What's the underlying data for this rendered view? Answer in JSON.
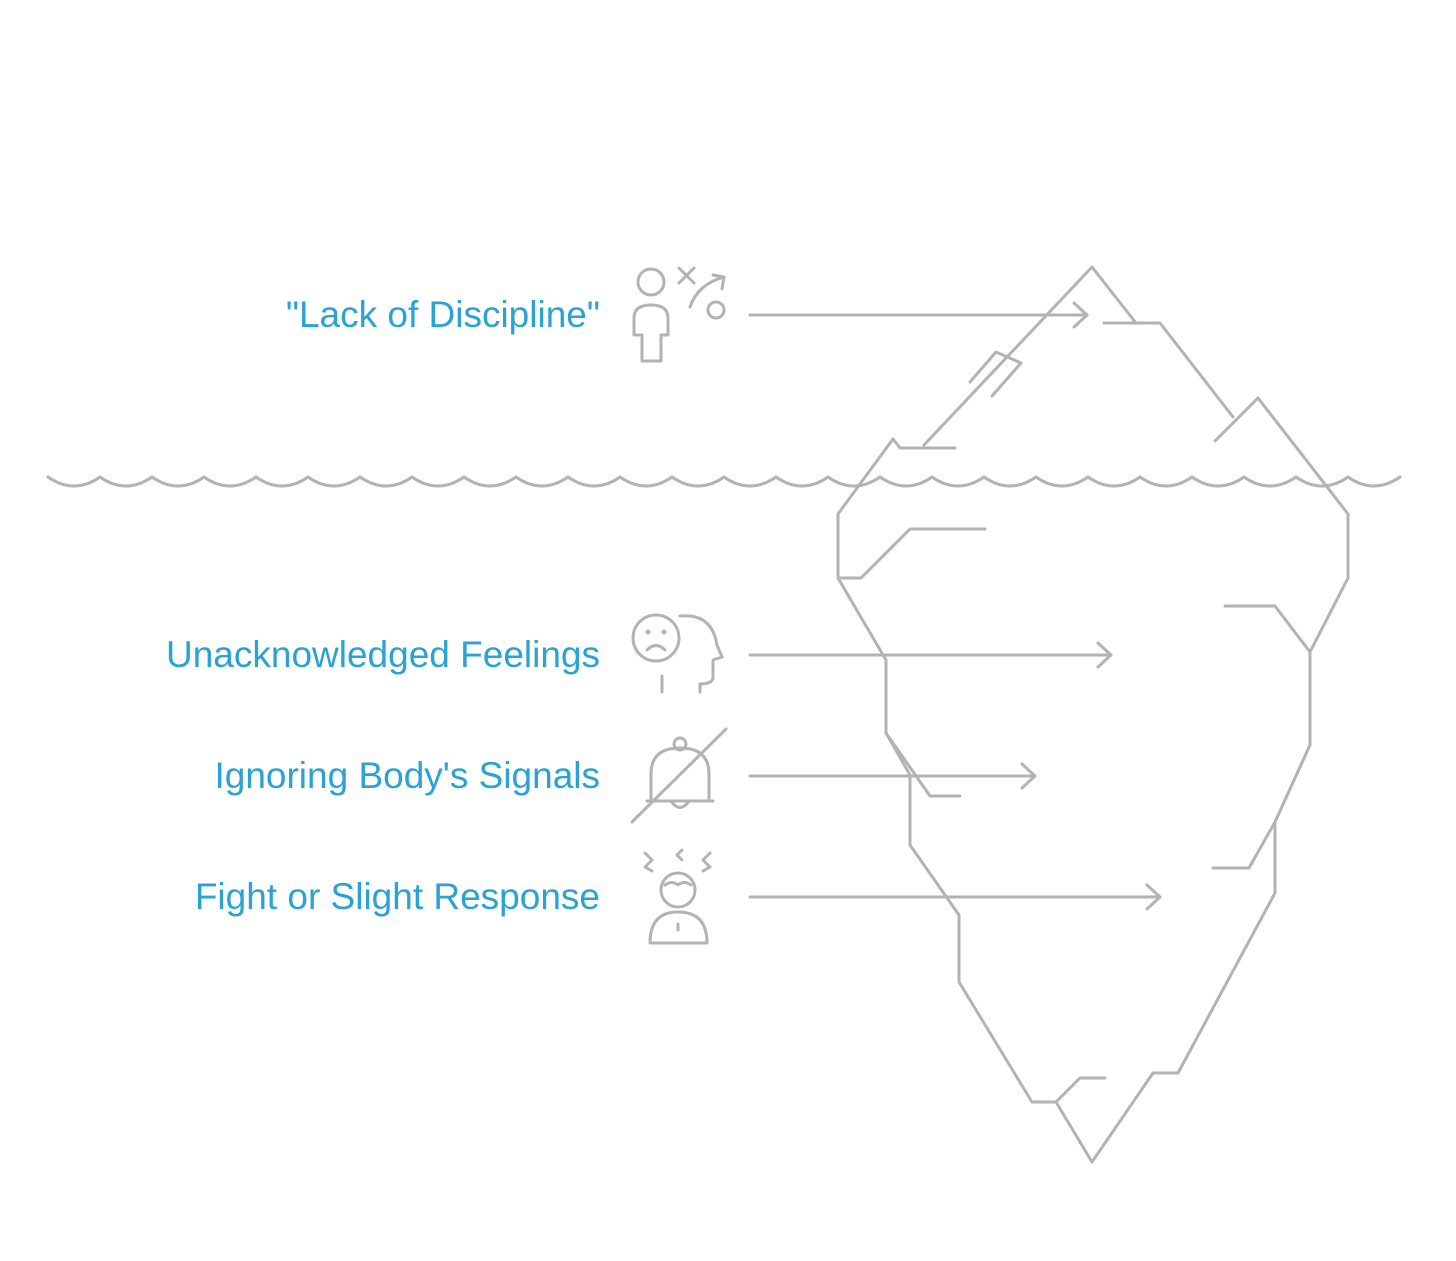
{
  "colors": {
    "label": "#2aa3d3",
    "line": "#b3b3b3",
    "background": "#ffffff"
  },
  "items": [
    {
      "text": "\"Lack of Discipline\"",
      "icon": "person-strategy-icon",
      "zone": "above-water"
    },
    {
      "text": "Unacknowledged Feelings",
      "icon": "sad-head-icon",
      "zone": "below-water"
    },
    {
      "text": "Ignoring Body's Signals",
      "icon": "muted-bell-icon",
      "zone": "below-water"
    },
    {
      "text": "Fight or Slight Response",
      "icon": "stressed-person-icon",
      "zone": "below-water"
    }
  ]
}
